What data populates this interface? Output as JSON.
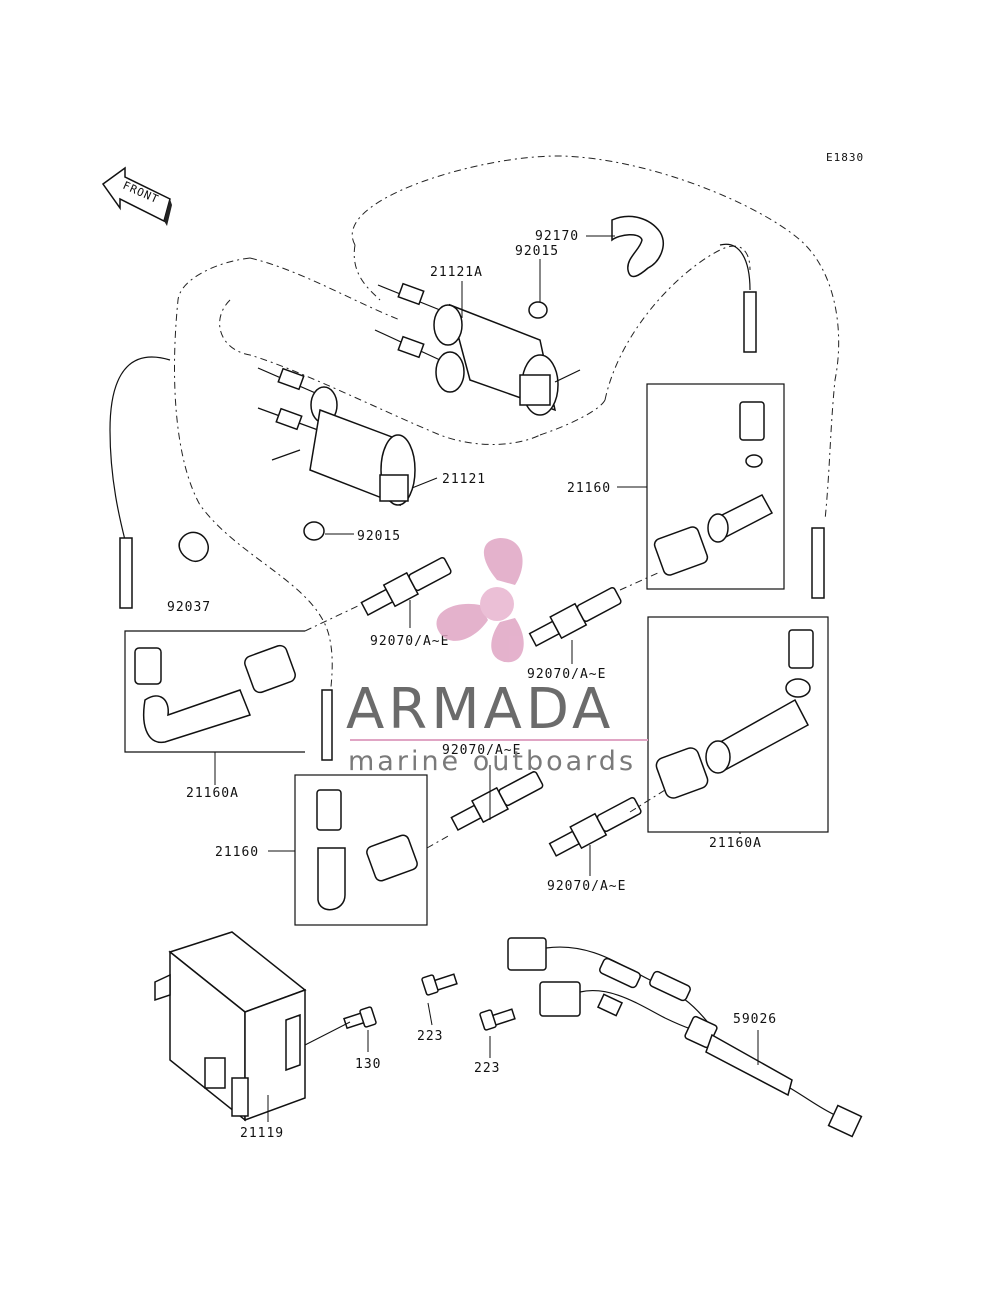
{
  "diagram": {
    "code": "E1830",
    "front_label": "FRONT",
    "callouts": {
      "c21121A": "21121A",
      "c92015_top": "92015",
      "c92170": "92170",
      "c21121": "21121",
      "c92015_mid": "92015",
      "c21160_right": "21160",
      "c92037": "92037",
      "c92070_upper_left": "92070/A~E",
      "c92070_center": "92070/A~E",
      "c92070_lower": "92070/A~E",
      "c92070_bottom": "92070/A~E",
      "c21160A_left": "21160A",
      "c21160_left": "21160",
      "c21160A_right": "21160A",
      "c59026": "59026",
      "c223_a": "223",
      "c223_b": "223",
      "c130": "130",
      "c21119": "21119"
    }
  },
  "watermark": {
    "brand": "ARMADA",
    "tagline": "marine outboards",
    "color_logo": "#e0a5c4",
    "color_text": "#6b6b6b"
  }
}
